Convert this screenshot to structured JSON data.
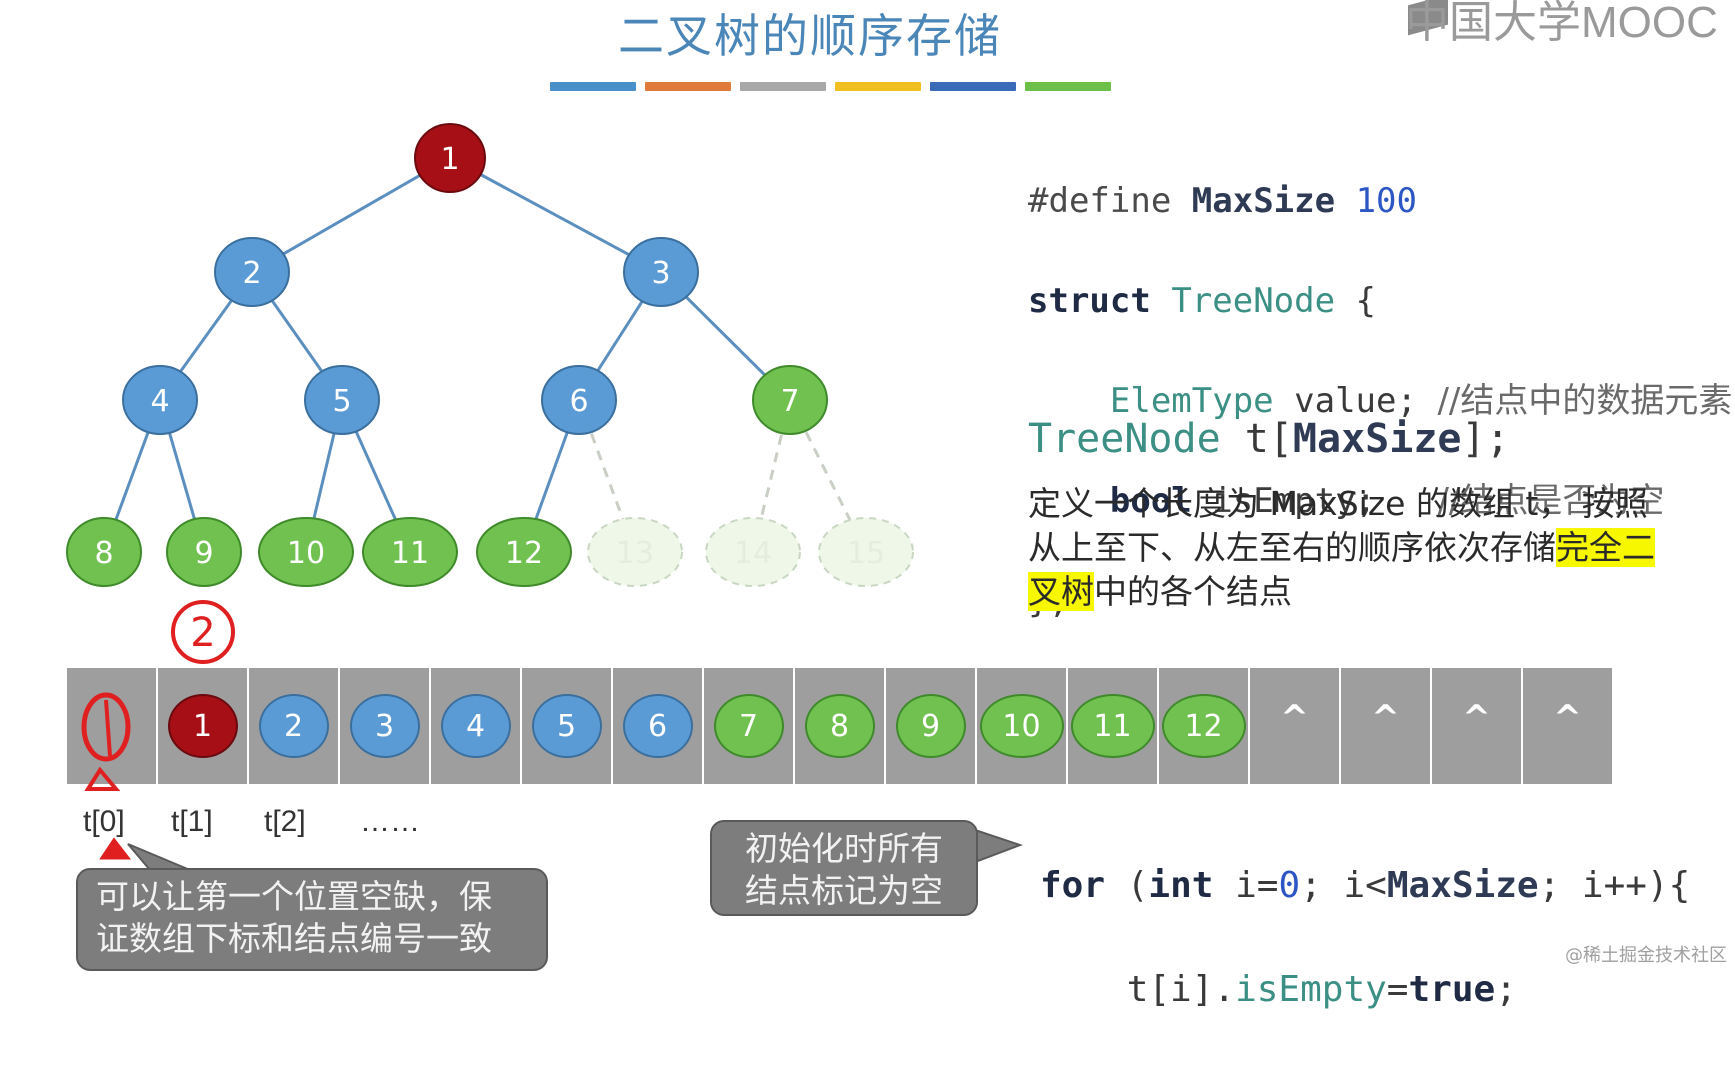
{
  "slide_title": "二叉树的顺序存储",
  "accent_bars": [
    "#4a90c8",
    "#e07a3a",
    "#a8a8a8",
    "#f0c020",
    "#3a6ab8",
    "#6cc04a"
  ],
  "logo_text": "中国大学MOOC",
  "colors": {
    "root": "#a50f15",
    "internal": "#5b9bd5",
    "leaf": "#70c150",
    "empty": "#eef7e8"
  },
  "tree": {
    "nodes": [
      {
        "id": "1",
        "label": "1",
        "kind": "root"
      },
      {
        "id": "2",
        "label": "2",
        "kind": "internal"
      },
      {
        "id": "3",
        "label": "3",
        "kind": "internal"
      },
      {
        "id": "4",
        "label": "4",
        "kind": "internal"
      },
      {
        "id": "5",
        "label": "5",
        "kind": "internal"
      },
      {
        "id": "6",
        "label": "6",
        "kind": "internal"
      },
      {
        "id": "7",
        "label": "7",
        "kind": "leaf"
      },
      {
        "id": "8",
        "label": "8",
        "kind": "leaf"
      },
      {
        "id": "9",
        "label": "9",
        "kind": "leaf"
      },
      {
        "id": "10",
        "label": "10",
        "kind": "leaf"
      },
      {
        "id": "11",
        "label": "11",
        "kind": "leaf"
      },
      {
        "id": "12",
        "label": "12",
        "kind": "leaf"
      },
      {
        "id": "13",
        "label": "13",
        "kind": "empty"
      },
      {
        "id": "14",
        "label": "14",
        "kind": "empty"
      },
      {
        "id": "15",
        "label": "15",
        "kind": "empty"
      }
    ],
    "edges": [
      [
        "1",
        "2",
        "solid"
      ],
      [
        "1",
        "3",
        "solid"
      ],
      [
        "2",
        "4",
        "solid"
      ],
      [
        "2",
        "5",
        "solid"
      ],
      [
        "3",
        "6",
        "solid"
      ],
      [
        "3",
        "7",
        "solid"
      ],
      [
        "4",
        "8",
        "solid"
      ],
      [
        "4",
        "9",
        "solid"
      ],
      [
        "5",
        "10",
        "solid"
      ],
      [
        "5",
        "11",
        "solid"
      ],
      [
        "6",
        "12",
        "solid"
      ],
      [
        "6",
        "13",
        "dashed"
      ],
      [
        "7",
        "14",
        "dashed"
      ],
      [
        "7",
        "15",
        "dashed"
      ]
    ]
  },
  "code_struct": {
    "line1": {
      "pp": "#define",
      "macro": "MaxSize",
      "num": "100"
    },
    "line2": {
      "kw": "struct",
      "type": "TreeNode",
      "rest": " {"
    },
    "line3": {
      "type": "ElemType",
      "rest": " value;",
      "comment": "//结点中的数据元素"
    },
    "line4": {
      "kw": "bool",
      "rest": " isEmpty;",
      "comment": "//结点是否为空"
    },
    "line5": "};"
  },
  "decl": {
    "type": "TreeNode",
    "rest1": " t[",
    "macro": "MaxSize",
    "rest2": "];"
  },
  "description": {
    "part1": "定义一个长度为 MaxSize 的数组 t， 按照从上至下、从左至右的顺序依次存储",
    "highlight": "完全二叉树",
    "part2": "中的各个结点"
  },
  "array_cells": [
    {
      "label": "",
      "kind": "blank"
    },
    {
      "label": "1",
      "kind": "root"
    },
    {
      "label": "2",
      "kind": "internal"
    },
    {
      "label": "3",
      "kind": "internal"
    },
    {
      "label": "4",
      "kind": "internal"
    },
    {
      "label": "5",
      "kind": "internal"
    },
    {
      "label": "6",
      "kind": "internal"
    },
    {
      "label": "7",
      "kind": "leaf"
    },
    {
      "label": "8",
      "kind": "leaf"
    },
    {
      "label": "9",
      "kind": "leaf"
    },
    {
      "label": "10",
      "kind": "leaf"
    },
    {
      "label": "11",
      "kind": "leaf"
    },
    {
      "label": "12",
      "kind": "leaf"
    },
    {
      "label": "^",
      "kind": "null"
    },
    {
      "label": "^",
      "kind": "null"
    },
    {
      "label": "^",
      "kind": "null"
    },
    {
      "label": "^",
      "kind": "null"
    }
  ],
  "index_labels": [
    "t[0]",
    "t[1]",
    "t[2]",
    "……"
  ],
  "annotations": {
    "circled_zero": "0",
    "circled_two": "2"
  },
  "callout_left": {
    "line1": "可以让第一个位置空缺，保",
    "line2": "证数组下标和结点编号一致"
  },
  "callout_mid": {
    "line1": "初始化时所有",
    "line2": "结点标记为空"
  },
  "code_loop": {
    "kw_for": "for",
    "paren": " (",
    "kw_int": "int",
    "mid": " i=",
    "zero": "0",
    "mid2": "; i<",
    "macro": "MaxSize",
    "tail": "; i++){",
    "body_pre": "    t[i].",
    "field": "isEmpty",
    "eq": "=",
    "val": "true",
    "semi": ";"
  },
  "watermark": "@稀土掘金技术社区"
}
